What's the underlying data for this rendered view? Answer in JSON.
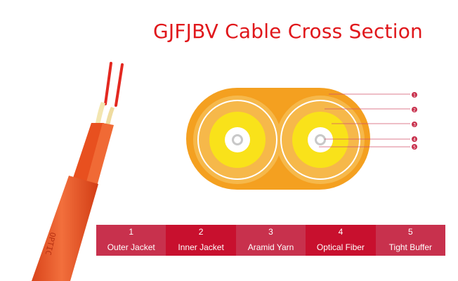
{
  "title": "GJFJBV Cable Cross Section",
  "cable_print": "OPTIC",
  "callouts": [
    "1",
    "2",
    "3",
    "4",
    "5"
  ],
  "legend": [
    {
      "num": "1",
      "label": "Outer Jacket",
      "color": "#c8314d"
    },
    {
      "num": "2",
      "label": "Inner Jacket",
      "color": "#c8102e"
    },
    {
      "num": "3",
      "label": "Aramid Yarn",
      "color": "#c8314d"
    },
    {
      "num": "4",
      "label": "Optical Fiber",
      "color": "#c8102e"
    },
    {
      "num": "5",
      "label": "Tight Buffer",
      "color": "#c8314d"
    }
  ],
  "colors": {
    "title": "#e0171b",
    "outer_jacket": "#f4a020",
    "inner_jacket": "#f6b84a",
    "aramid": "#f9e21a",
    "buffer": "#ffffff",
    "fiber": "#bfbfbf",
    "callout": "#c8314d",
    "cable": "#ee5a2a"
  }
}
